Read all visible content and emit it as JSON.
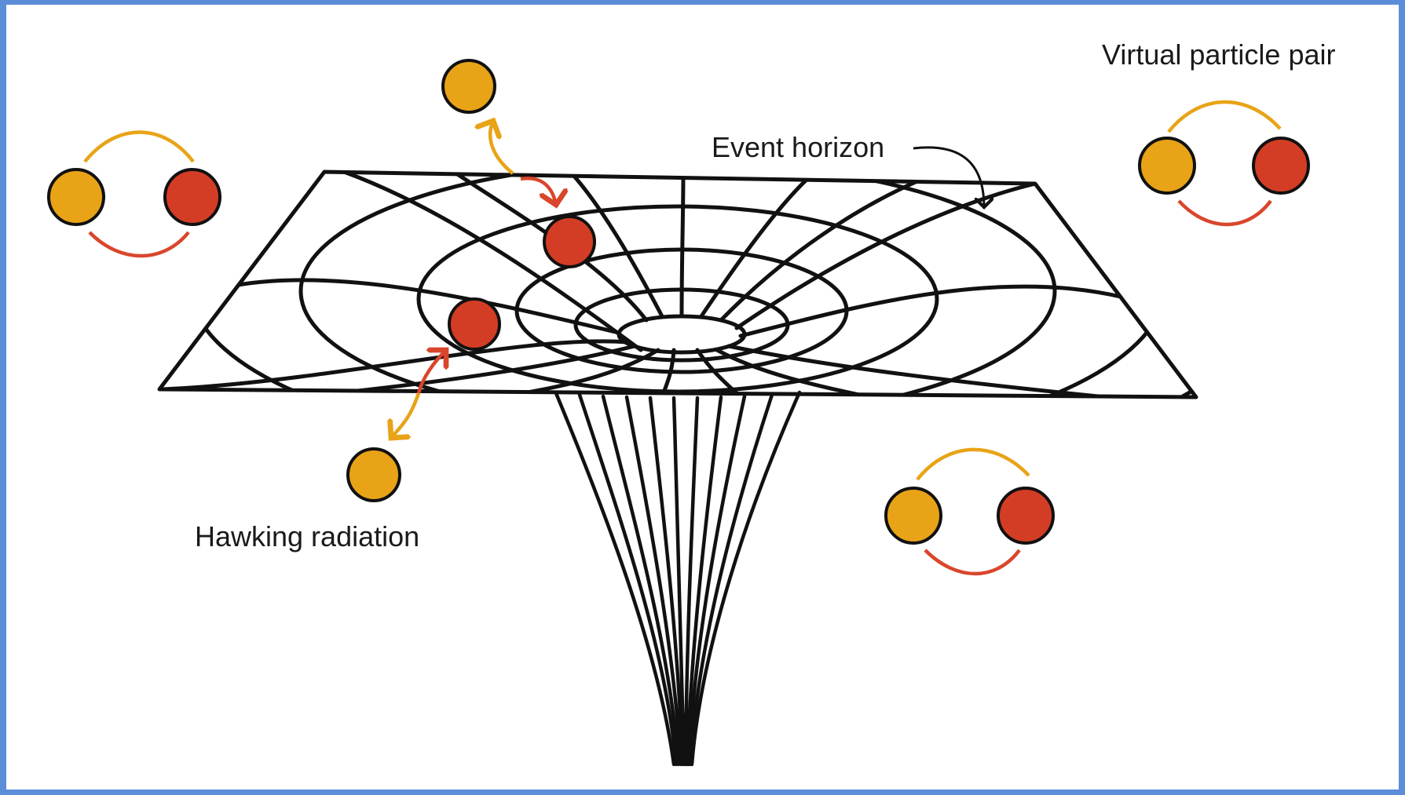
{
  "labels": {
    "virtual_pair": "Virtual particle pair",
    "event_horizon": "Event horizon",
    "hawking": "Hawking radiation"
  },
  "colors": {
    "frame_border": "#5b8dd8",
    "background": "#ffffff",
    "particle_orange": "#e8a317",
    "particle_red": "#d43d25",
    "arc_orange": "#e8a317",
    "arc_red": "#d9462c",
    "grid_line": "#111111"
  },
  "icons": [
    "particle-orange",
    "particle-red",
    "curved-arrow"
  ]
}
